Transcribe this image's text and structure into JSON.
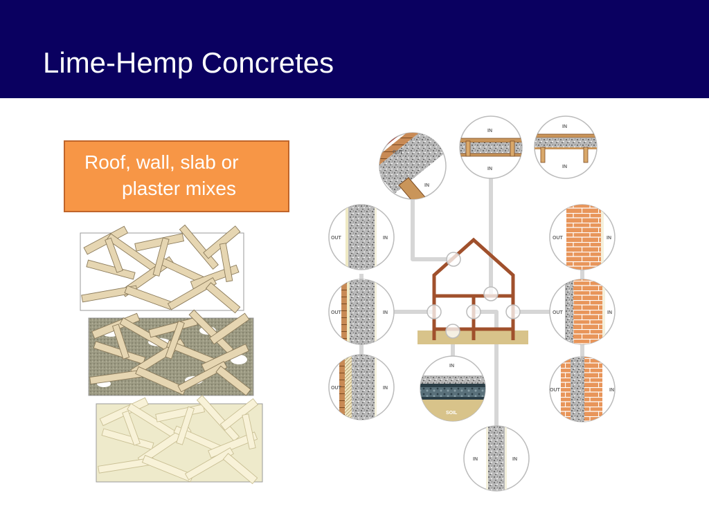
{
  "title": "Lime-Hemp Concretes",
  "callout": {
    "line1": "Roof, wall, slab or",
    "line2": "plaster mixes"
  },
  "labels": {
    "out": "OUT",
    "in": "IN",
    "soil": "SOIL"
  },
  "colors": {
    "title_bar": "#0a0060",
    "callout_fill": "#f79646",
    "callout_border": "#c0652a",
    "house_frame": "#a0502c",
    "brick": "#e8955a",
    "ground": "#d8c38a",
    "connector": "#d6d6d6",
    "fiber": "#e6d6b2"
  }
}
